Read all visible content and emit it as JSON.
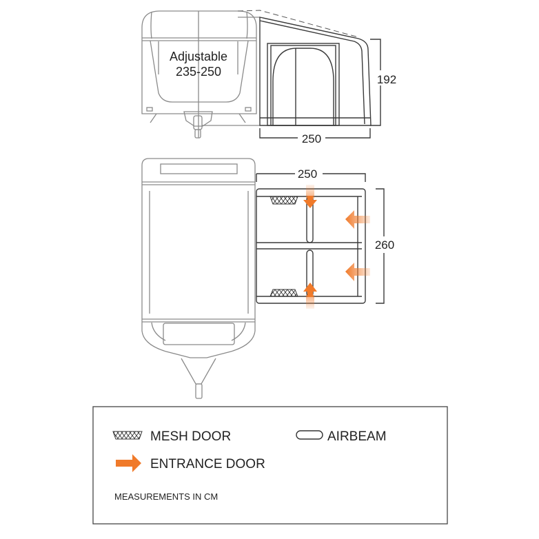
{
  "side_view": {
    "caravan_label_line1": "Adjustable",
    "caravan_label_line2": "235-250",
    "height_dimension": "192",
    "width_dimension": "250"
  },
  "plan_view": {
    "width_dimension": "250",
    "depth_dimension": "260"
  },
  "legend": {
    "mesh_door": "MESH DOOR",
    "airbeam": "AIRBEAM",
    "entrance_door": "ENTRANCE DOOR",
    "note": "MEASUREMENTS IN CM"
  },
  "colors": {
    "entrance_arrow": "#f07a2a",
    "outline": "#3a3a3a",
    "caravan": "#8a8a8a"
  }
}
